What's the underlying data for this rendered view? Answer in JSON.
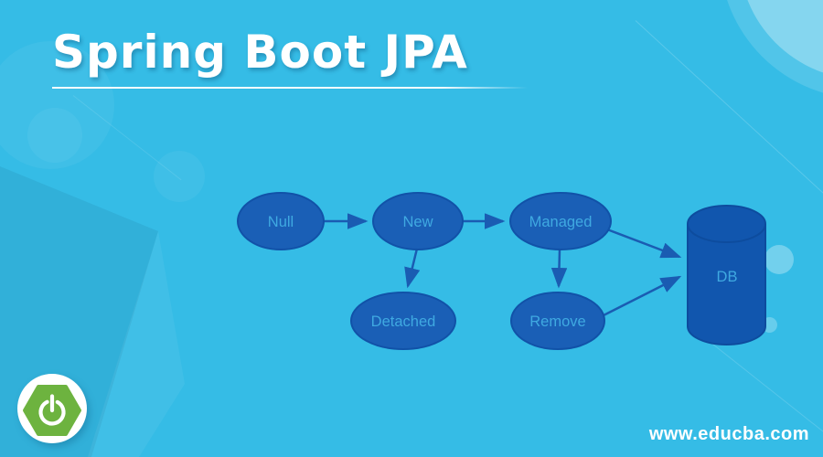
{
  "title": {
    "text": "Spring Boot JPA"
  },
  "diagram": {
    "nodes": [
      {
        "id": "null",
        "label": "Null",
        "shape": "ellipse"
      },
      {
        "id": "new",
        "label": "New",
        "shape": "ellipse"
      },
      {
        "id": "managed",
        "label": "Managed",
        "shape": "ellipse"
      },
      {
        "id": "detached",
        "label": "Detached",
        "shape": "ellipse"
      },
      {
        "id": "remove",
        "label": "Remove",
        "shape": "ellipse"
      },
      {
        "id": "db",
        "label": "DB",
        "shape": "cylinder"
      }
    ],
    "edges": [
      {
        "from": "null",
        "to": "new"
      },
      {
        "from": "new",
        "to": "managed"
      },
      {
        "from": "new",
        "to": "detached"
      },
      {
        "from": "managed",
        "to": "remove"
      },
      {
        "from": "managed",
        "to": "db"
      },
      {
        "from": "remove",
        "to": "db"
      }
    ]
  },
  "logo": {
    "name": "spring-boot"
  },
  "footer": {
    "website": "www.educba.com"
  },
  "colors": {
    "background": "#35bce6",
    "node_fill": "#1a5fb6",
    "node_border": "#1152a8",
    "node_text": "#3fa9e1",
    "arrow": "#1a5cb2",
    "title_text": "#ffffff",
    "spring_green": "#6db33f"
  }
}
